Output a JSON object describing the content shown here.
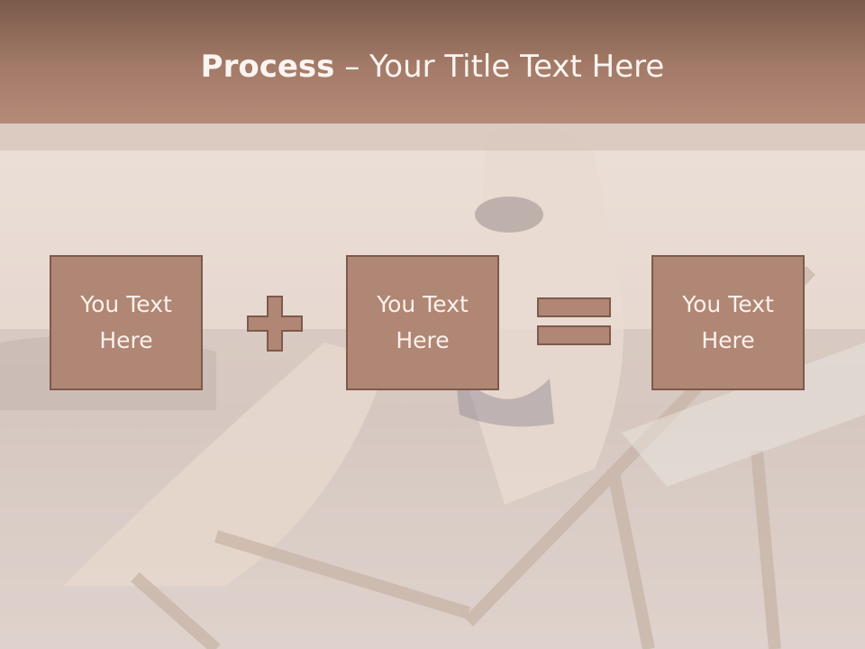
{
  "slide": {
    "title_bold": "Process",
    "title_dash": " – ",
    "title_rest": "Your Title Text Here"
  },
  "boxes": [
    {
      "text": "You Text Here"
    },
    {
      "text": "You Text Here"
    },
    {
      "text": "You Text Here"
    }
  ],
  "operators": [
    "plus-icon",
    "equals-icon"
  ],
  "colors": {
    "title_bar": "#a47b68",
    "box_fill": "#b08674",
    "box_border": "#7e5a4b",
    "text": "#fbf1ec"
  }
}
